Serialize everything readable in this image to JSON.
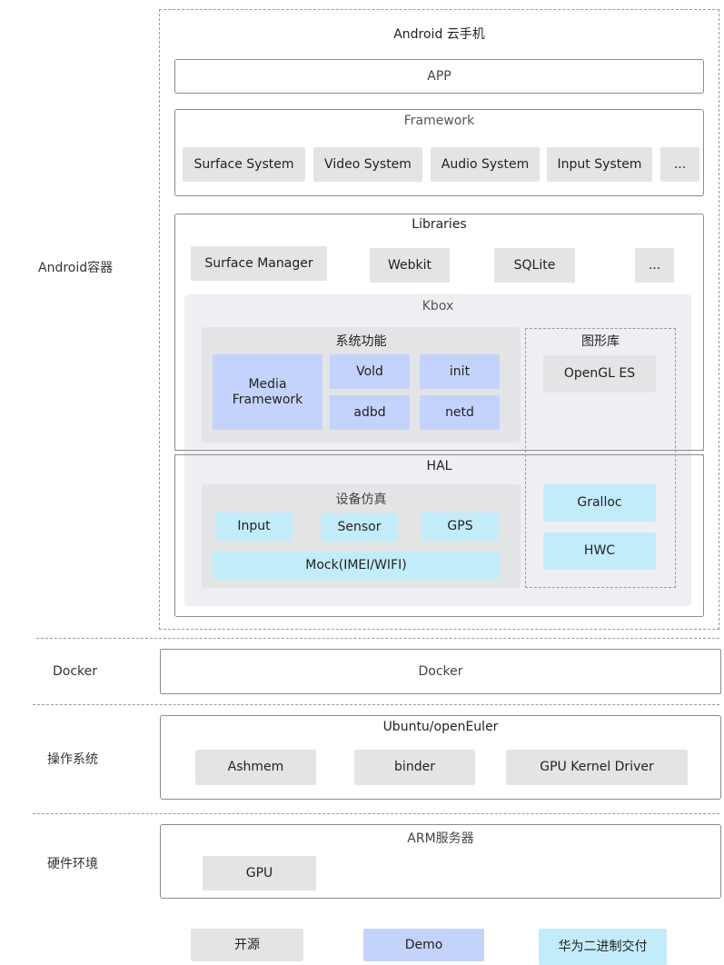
{
  "layers": {
    "android_container": "Android容器",
    "docker": "Docker",
    "os": "操作系统",
    "hardware": "硬件环境"
  },
  "cloud_phone": {
    "title": "Android 云手机",
    "app": "APP",
    "framework": {
      "title": "Framework",
      "items": [
        "Surface System",
        "Video System",
        "Audio System",
        "Input System",
        "..."
      ]
    },
    "libraries": {
      "title": "Libraries",
      "items": [
        "Surface Manager",
        "Webkit",
        "SQLite",
        "..."
      ]
    },
    "kbox": {
      "title": "Kbox",
      "system_functions": {
        "title": "系统功能",
        "media_framework": "Media Framework",
        "vold": "Vold",
        "init": "init",
        "adbd": "adbd",
        "netd": "netd"
      },
      "graphics": {
        "title": "图形库",
        "opengl": "OpenGL ES",
        "gralloc": "Gralloc",
        "hwc": "HWC"
      },
      "device_emulation": {
        "title": "设备仿真",
        "input": "Input",
        "sensor": "Sensor",
        "gps": "GPS",
        "mock": "Mock(IMEI/WIFI)"
      }
    },
    "hal": {
      "title": "HAL"
    }
  },
  "docker": {
    "title": "Docker"
  },
  "os": {
    "title": "Ubuntu/openEuler",
    "items": [
      "Ashmem",
      "binder",
      "GPU Kernel Driver"
    ]
  },
  "hardware": {
    "title": "ARM服务器",
    "gpu": "GPU"
  },
  "legend": {
    "open_source": "开源",
    "demo": "Demo",
    "huawei_binary": "华为二进制交付"
  },
  "colors": {
    "open_source": "#e3e4e6",
    "demo": "#c4d3fb",
    "huawei_binary": "#c3ecfb",
    "kbox_bg": "#eeeff2"
  }
}
